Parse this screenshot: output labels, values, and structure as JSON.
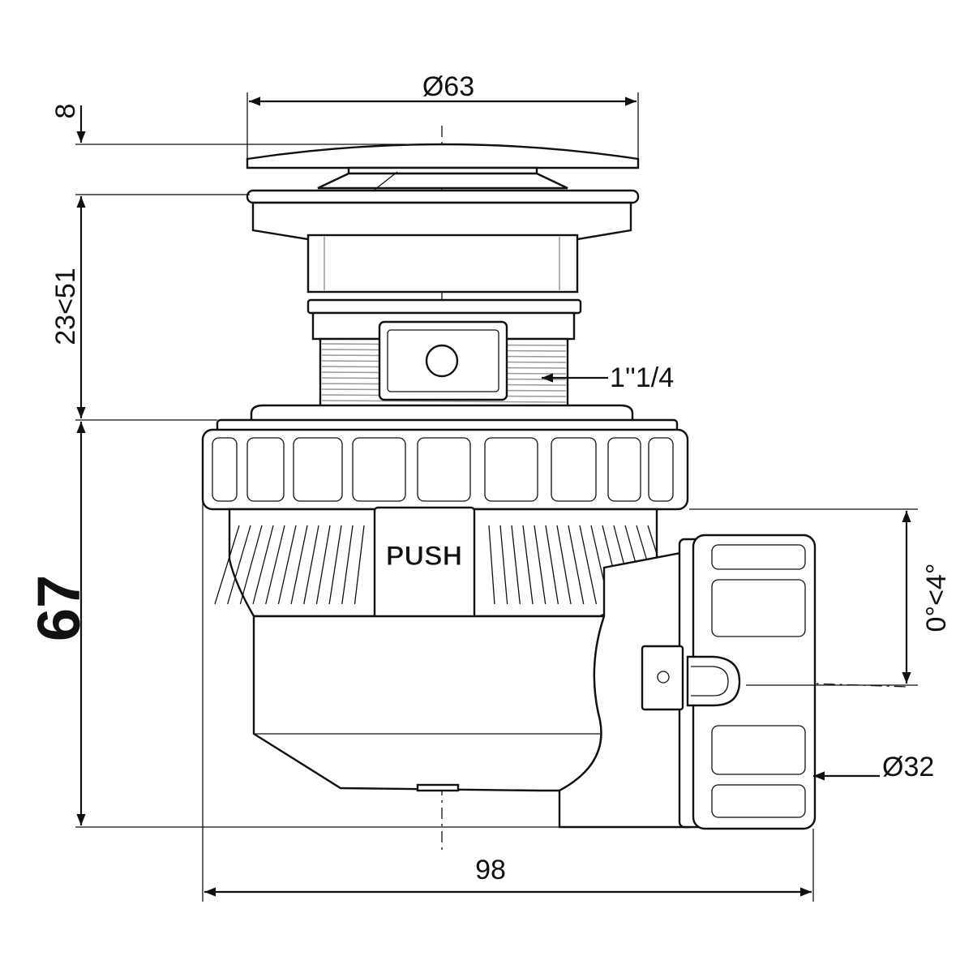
{
  "dimensions": {
    "cap_diameter": "Ø63",
    "cap_height": "8",
    "adjust_range": "23<51",
    "thread": "1''1/4",
    "body_height": "67",
    "angle": "0°<4°",
    "outlet_diameter": "Ø32",
    "total_width": "98"
  },
  "labels": {
    "push": "PUSH"
  }
}
